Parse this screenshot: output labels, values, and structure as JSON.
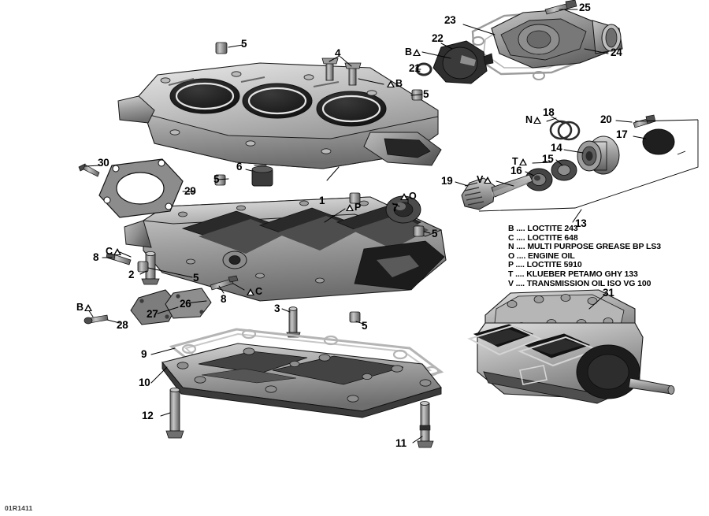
{
  "sheet": {
    "id": "01R1411"
  },
  "legend": {
    "rows": [
      "B .... LOCTITE 243",
      "C .... LOCTITE 648",
      "N .... MULTI PURPOSE GREASE BP LS3",
      "O .... ENGINE OIL",
      "P .... LOCTITE 5910",
      "T .... KLUEBER PETAMO GHY 133",
      "V .... TRANSMISSION OIL ISO VG 100"
    ]
  },
  "callouts": [
    {
      "id": "c1",
      "label": "1"
    },
    {
      "id": "c2",
      "label": "2"
    },
    {
      "id": "c3",
      "label": "3"
    },
    {
      "id": "c4",
      "label": "4"
    },
    {
      "id": "c5a",
      "label": "5"
    },
    {
      "id": "c5b",
      "label": "5"
    },
    {
      "id": "c5c",
      "label": "5"
    },
    {
      "id": "c5d",
      "label": "5"
    },
    {
      "id": "c5e",
      "label": "5"
    },
    {
      "id": "c5f",
      "label": "5"
    },
    {
      "id": "c5g",
      "label": "5"
    },
    {
      "id": "c6",
      "label": "6"
    },
    {
      "id": "c7",
      "label": "7"
    },
    {
      "id": "c8a",
      "label": "8"
    },
    {
      "id": "c8b",
      "label": "8"
    },
    {
      "id": "c9",
      "label": "9"
    },
    {
      "id": "c10",
      "label": "10"
    },
    {
      "id": "c11",
      "label": "11"
    },
    {
      "id": "c12",
      "label": "12"
    },
    {
      "id": "c13",
      "label": "13"
    },
    {
      "id": "c14",
      "label": "14"
    },
    {
      "id": "c15",
      "label": "15"
    },
    {
      "id": "c16",
      "label": "16"
    },
    {
      "id": "c17",
      "label": "17"
    },
    {
      "id": "c18",
      "label": "18"
    },
    {
      "id": "c19",
      "label": "19"
    },
    {
      "id": "c20",
      "label": "20"
    },
    {
      "id": "c21",
      "label": "21"
    },
    {
      "id": "c22",
      "label": "22"
    },
    {
      "id": "c23",
      "label": "23"
    },
    {
      "id": "c24",
      "label": "24"
    },
    {
      "id": "c25",
      "label": "25"
    },
    {
      "id": "c26",
      "label": "26"
    },
    {
      "id": "c27",
      "label": "27"
    },
    {
      "id": "c28",
      "label": "28"
    },
    {
      "id": "c29",
      "label": "29"
    },
    {
      "id": "c30",
      "label": "30"
    },
    {
      "id": "c31",
      "label": "31"
    }
  ],
  "marks": [
    {
      "id": "mB1",
      "letter": "B",
      "side": "right"
    },
    {
      "id": "mB2",
      "letter": "B",
      "side": "left"
    },
    {
      "id": "mB3",
      "letter": "B",
      "side": "left"
    },
    {
      "id": "mC1",
      "letter": "C",
      "side": "left"
    },
    {
      "id": "mC2",
      "letter": "C",
      "side": "right"
    },
    {
      "id": "mP",
      "letter": "P",
      "side": "right"
    },
    {
      "id": "mO",
      "letter": "O",
      "side": "right"
    },
    {
      "id": "mN",
      "letter": "N",
      "side": "left"
    },
    {
      "id": "mT",
      "letter": "T",
      "side": "left"
    },
    {
      "id": "mV",
      "letter": "V",
      "side": "left"
    }
  ],
  "colors": {
    "line": "#000000",
    "background": "#ffffff",
    "metal_light": "#d8d8d8",
    "metal_mid": "#a8a8a8",
    "metal_dark": "#6b6b6b",
    "shadow": "#2b2b2b",
    "gasket": "#c9c9c9"
  }
}
